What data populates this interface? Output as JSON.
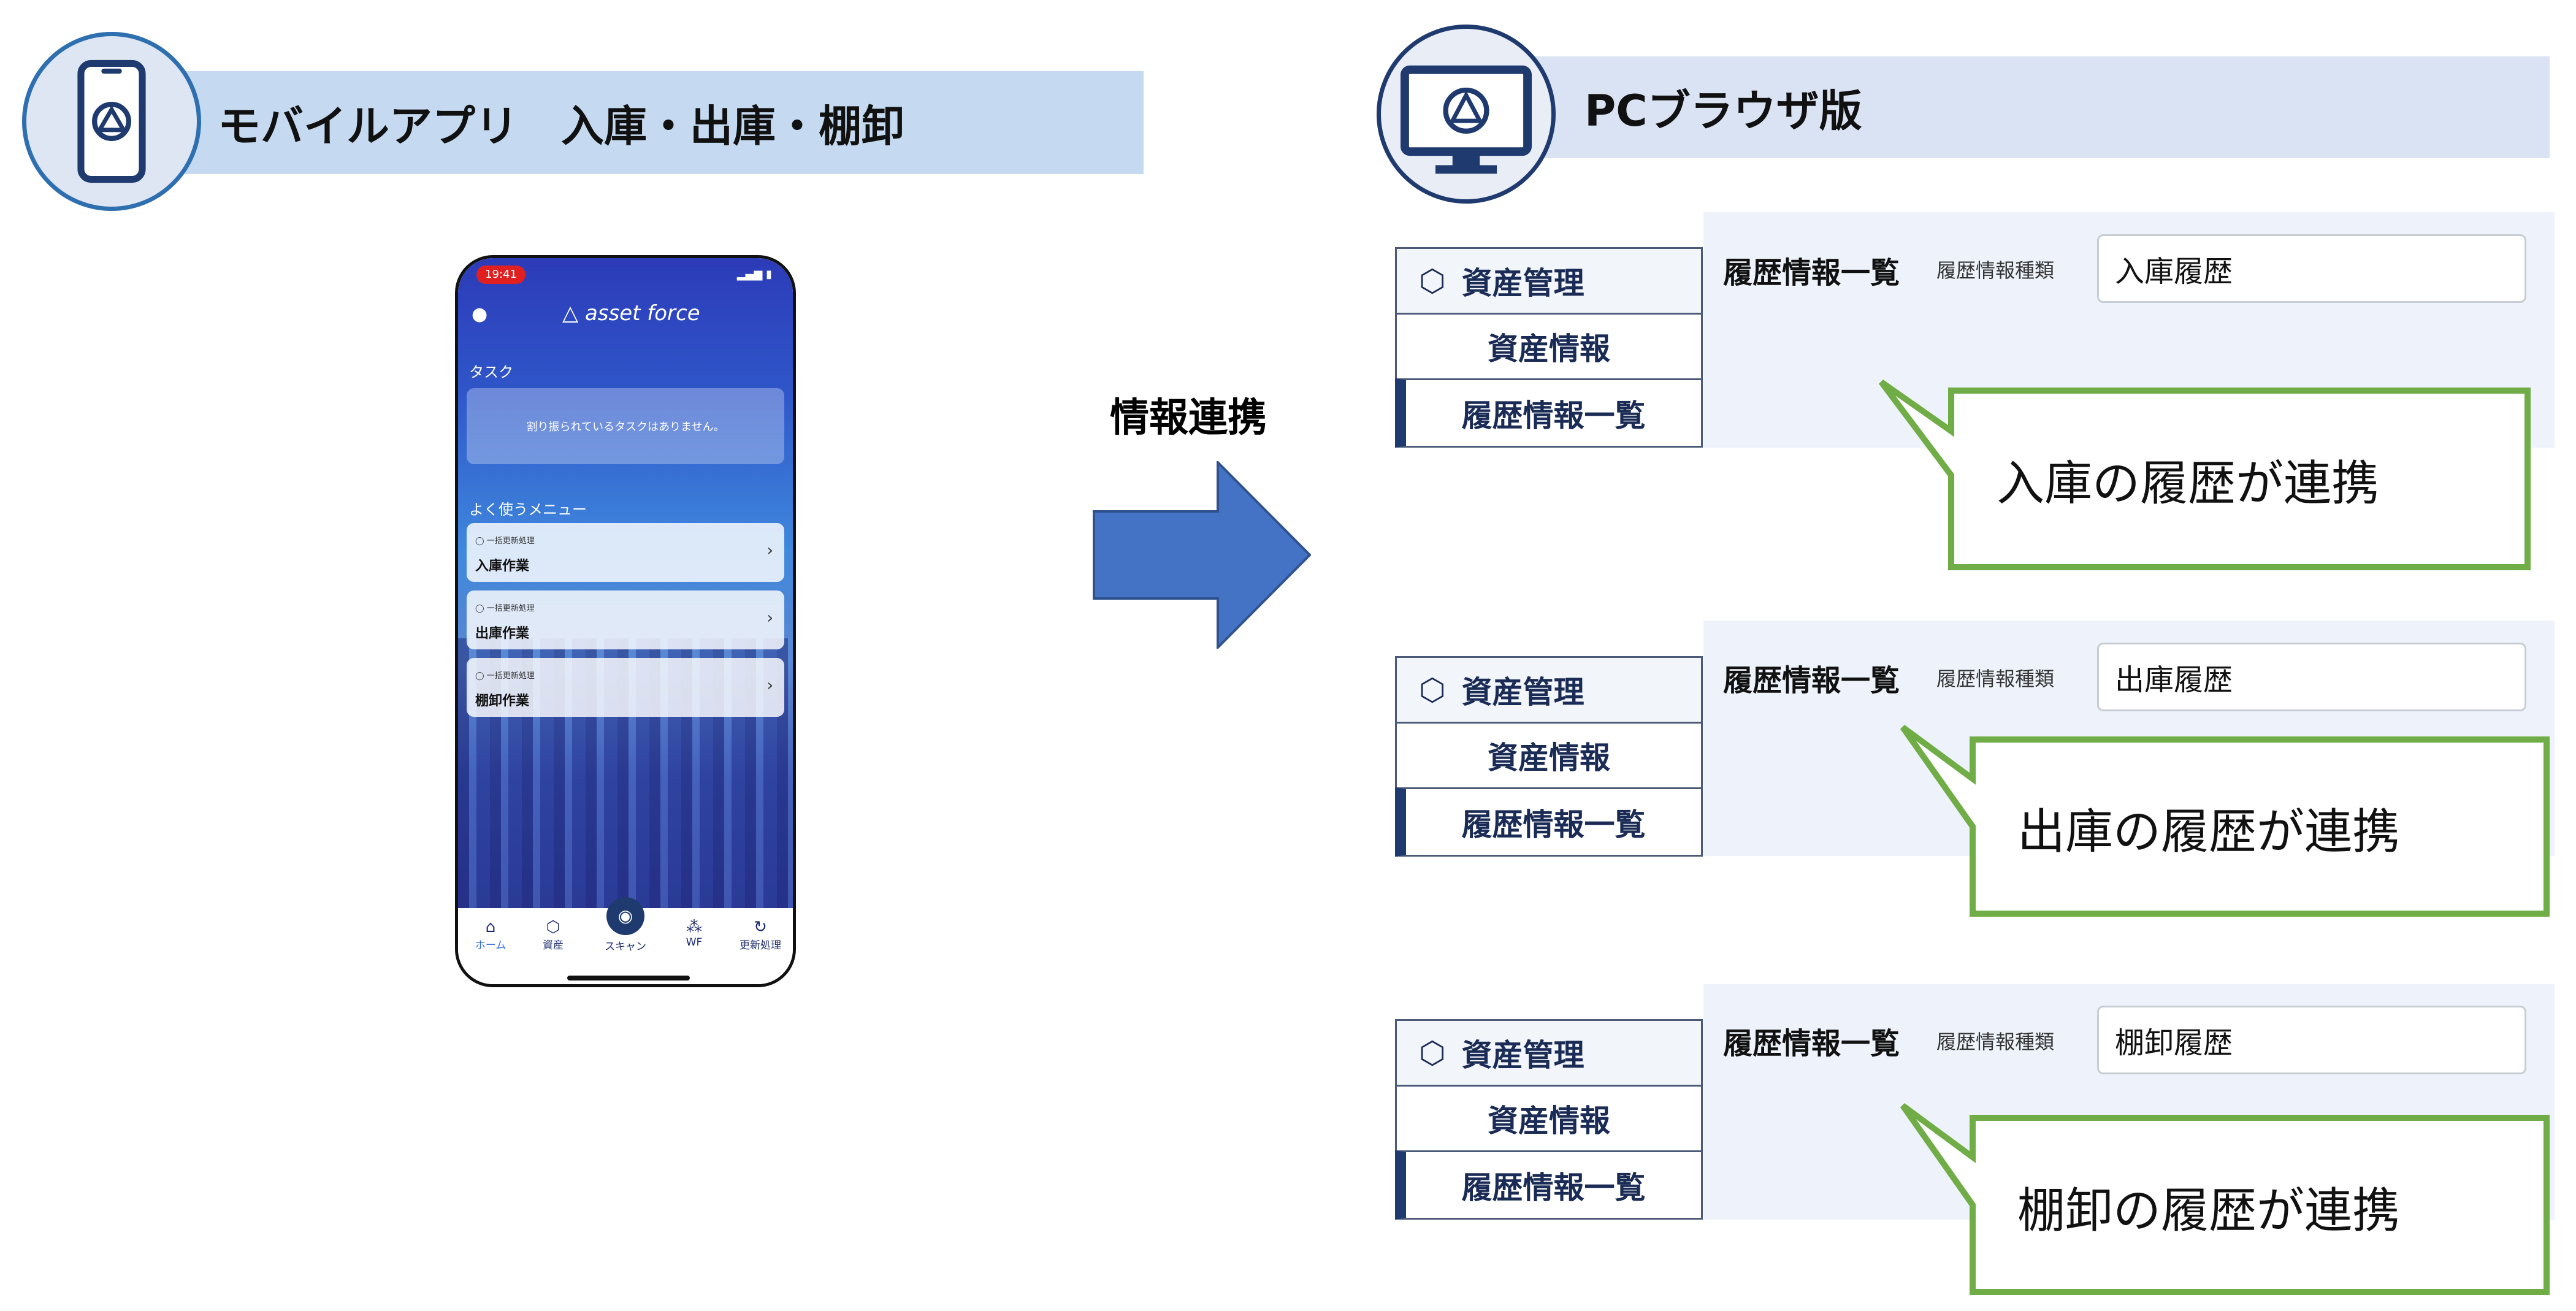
{
  "mobile": {
    "title": "モバイルアプリ　入庫・出庫・棚卸",
    "status_time": "19:41",
    "app_name": "asset force",
    "task_heading": "タスク",
    "task_empty": "割り振られているタスクはありません。",
    "menu_heading": "よく使うメニュー",
    "menu_items": [
      {
        "small": "一括更新処理",
        "label": "入庫作業"
      },
      {
        "small": "一括更新処理",
        "label": "出庫作業"
      },
      {
        "small": "一括更新処理",
        "label": "棚卸作業"
      }
    ],
    "tabs": [
      "ホーム",
      "資産",
      "スキャン",
      "WF",
      "更新処理"
    ]
  },
  "flow_label": "情報連携",
  "pc": {
    "title": "PCブラウザ版",
    "panels": [
      {
        "menu_head": "資産管理",
        "menu_item": "資産情報",
        "menu_selected": "履歴情報一覧",
        "list_title": "履歴情報一覧",
        "field_label": "履歴情報種類",
        "field_value": "入庫履歴",
        "callout": "入庫の履歴が連携"
      },
      {
        "menu_head": "資産管理",
        "menu_item": "資産情報",
        "menu_selected": "履歴情報一覧",
        "list_title": "履歴情報一覧",
        "field_label": "履歴情報種類",
        "field_value": "出庫履歴",
        "callout": "出庫の履歴が連携"
      },
      {
        "menu_head": "資産管理",
        "menu_item": "資産情報",
        "menu_selected": "履歴情報一覧",
        "list_title": "履歴情報一覧",
        "field_label": "履歴情報種類",
        "field_value": "棚卸履歴",
        "callout": "棚卸の履歴が連携"
      }
    ]
  },
  "colors": {
    "header_bar": "#c5d9f0",
    "header_bar_pc": "#dae3f3",
    "arrow": "#4472c4",
    "callout_border": "#70ad47",
    "accent": "#1f3a6e"
  }
}
